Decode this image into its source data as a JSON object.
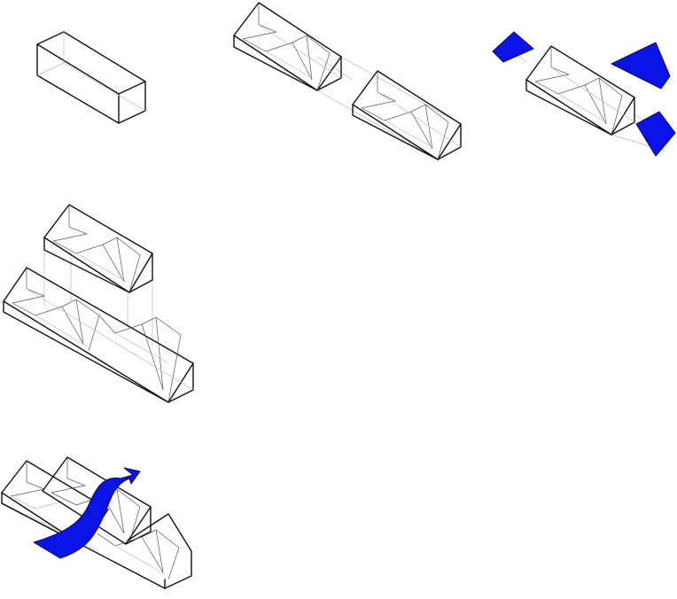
{
  "colors": {
    "background": "#ffffff",
    "ink": "#111111",
    "thin": "#555555",
    "faint": "#b8b8b8",
    "accent": "#0a14e6"
  },
  "diagram": {
    "kind": "isometric massing diagram sequence",
    "steps": [
      {
        "id": "basic-volume",
        "icon": "box-icon",
        "modules": 1,
        "has_roof_cut": false
      },
      {
        "id": "split-volumes",
        "icon": "module-pair-icon",
        "modules": 2,
        "has_roof_cut": true
      },
      {
        "id": "carved-with-wedges",
        "icon": "wedge-cut-icon",
        "modules": 1,
        "has_roof_cut": true,
        "wedges": 3
      },
      {
        "id": "stacked-volumes",
        "icon": "stack-icon",
        "modules": 3,
        "has_roof_cut": true
      },
      {
        "id": "flow-through",
        "icon": "flow-arrow-icon",
        "modules": 3,
        "has_roof_cut": true,
        "arrows": 1
      }
    ]
  }
}
